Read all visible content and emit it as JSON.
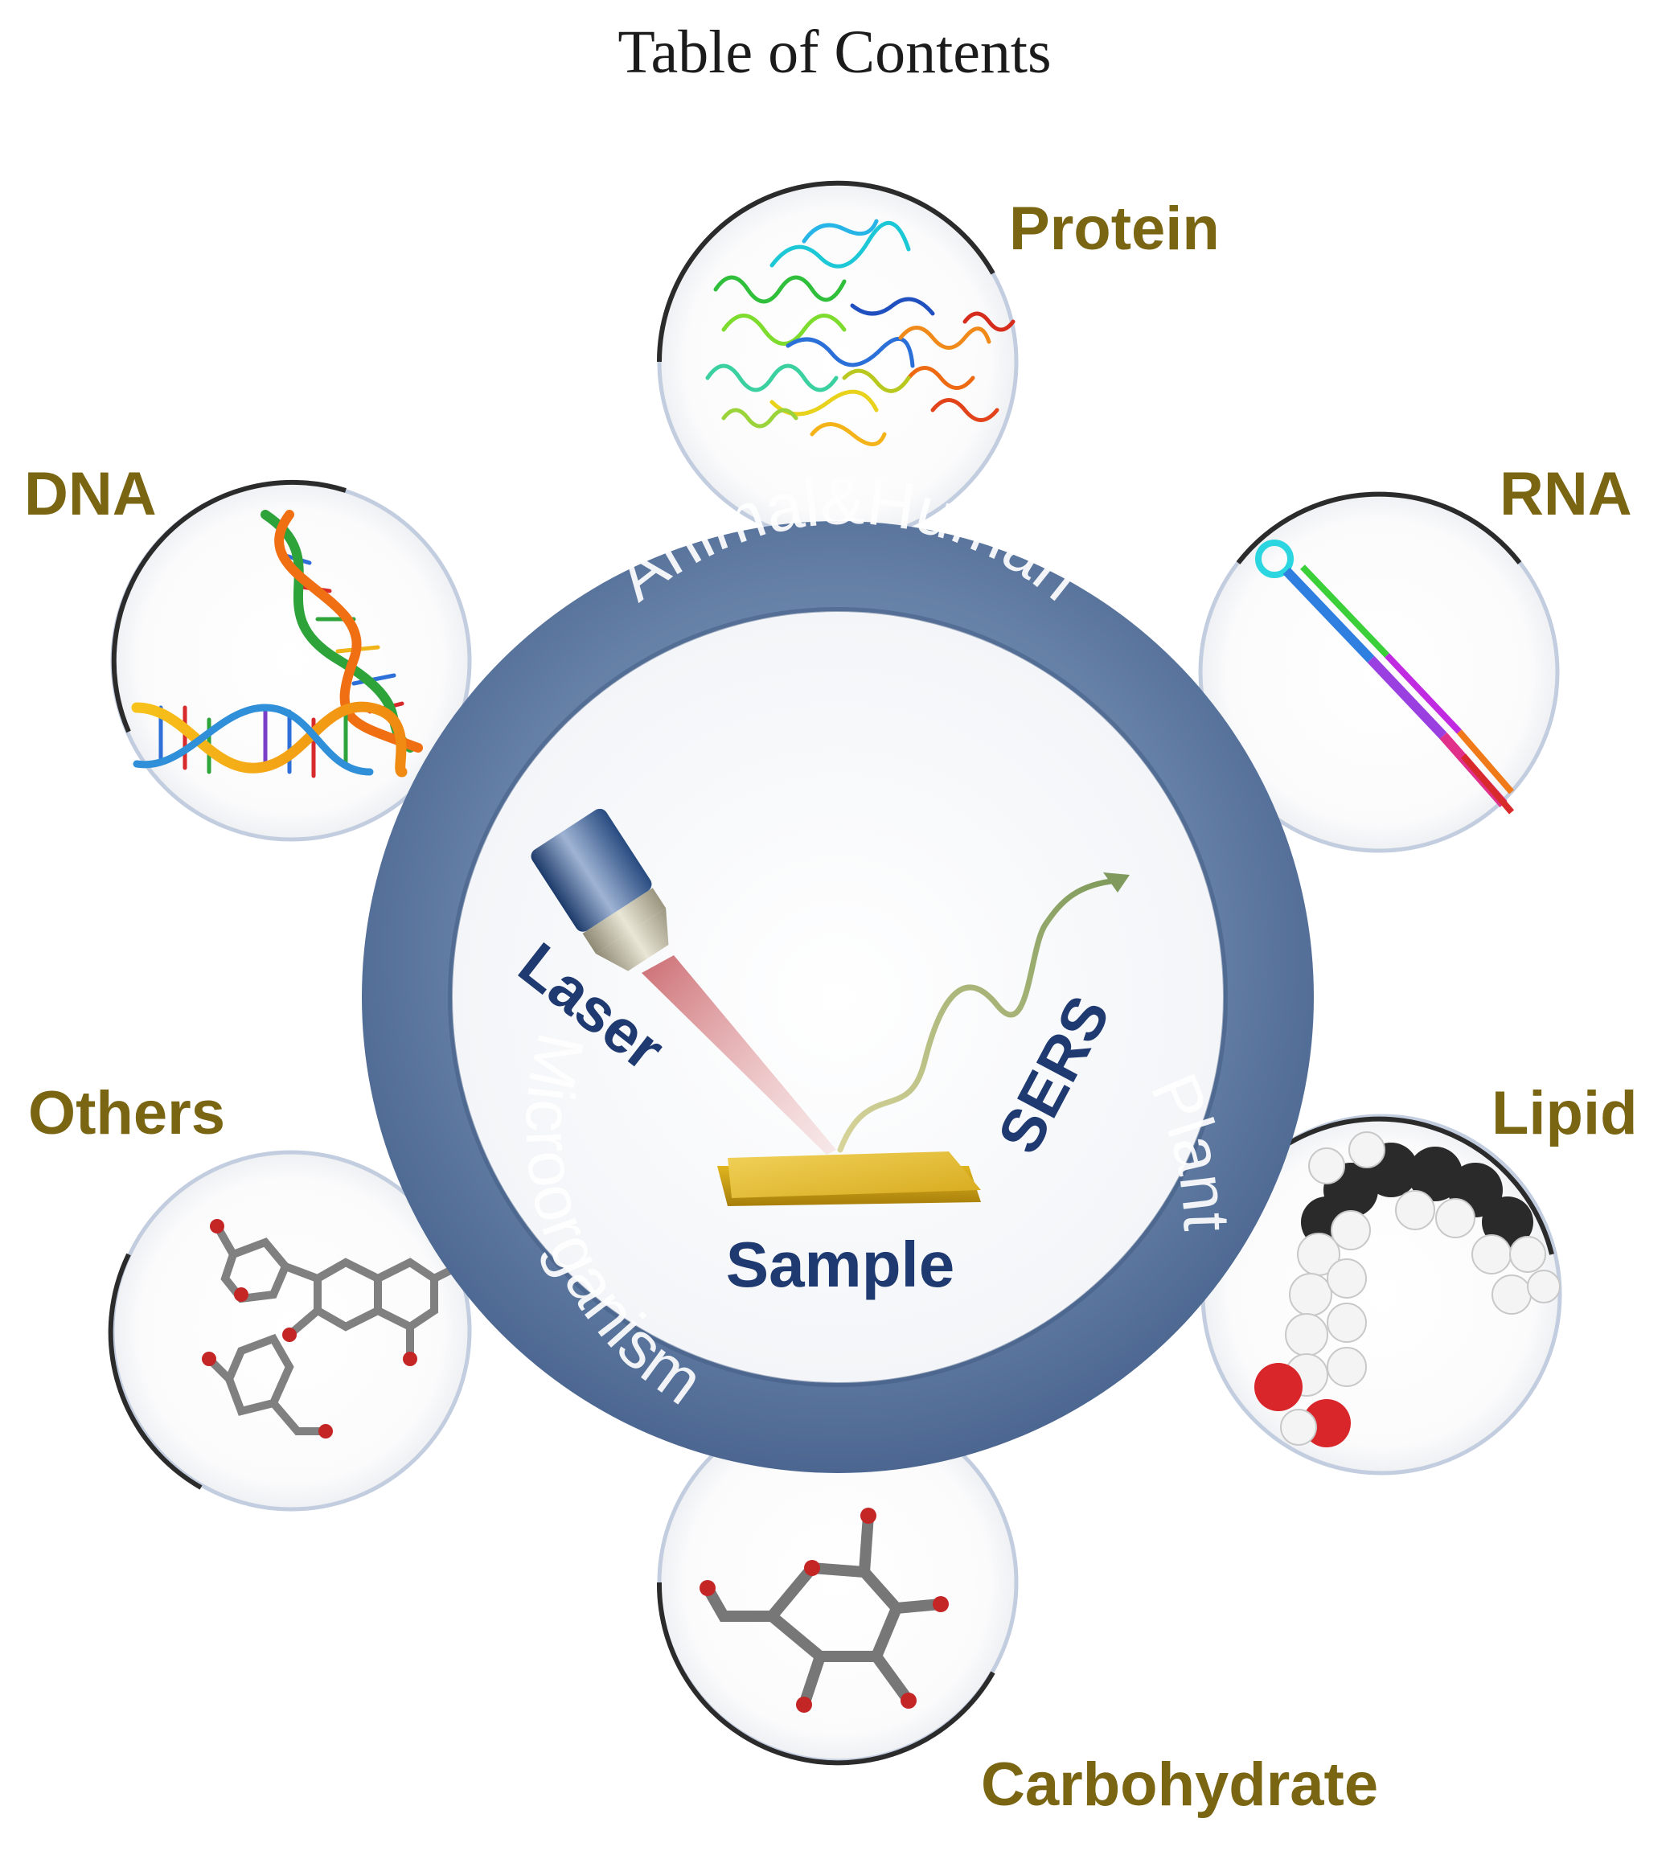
{
  "title": "Table of Contents",
  "ring": {
    "top": "Animal&Human",
    "left": "Microorganism",
    "right": "Plant",
    "color": "#5b7aa0"
  },
  "center": {
    "laser": "Laser",
    "sers": "SERS",
    "sample": "Sample",
    "label_color": "#1f3a70"
  },
  "molecules": [
    {
      "key": "protein",
      "label": "Protein",
      "icon": "protein-ribbon-icon"
    },
    {
      "key": "rna",
      "label": "RNA",
      "icon": "rna-hairpin-icon"
    },
    {
      "key": "lipid",
      "label": "Lipid",
      "icon": "lipid-spacefill-icon"
    },
    {
      "key": "carbohydrate",
      "label": "Carbohydrate",
      "icon": "carbohydrate-ring-icon"
    },
    {
      "key": "others",
      "label": "Others",
      "icon": "flavonoid-glycoside-icon"
    },
    {
      "key": "dna",
      "label": "DNA",
      "icon": "dna-helix-icon"
    }
  ],
  "label_color": "#7a6512"
}
